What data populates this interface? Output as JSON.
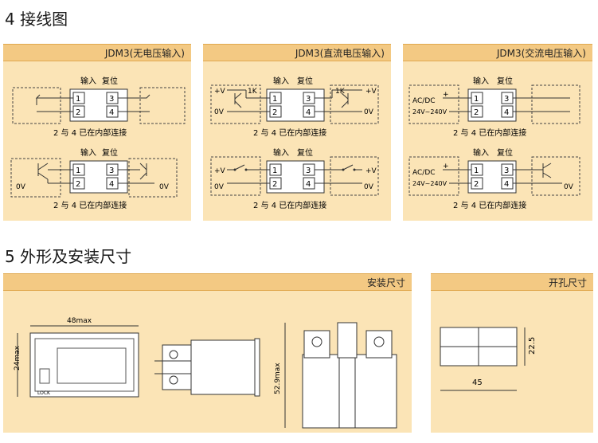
{
  "sections": {
    "wiring_title": "4 接线图",
    "dims_title": "5 外形及安装尺寸"
  },
  "wiring": {
    "panel1": {
      "title": "JDM3(无电压输入)"
    },
    "panel2": {
      "title": "JDM3(直流电压输入)"
    },
    "panel3": {
      "title": "JDM3(交流电压输入)"
    },
    "label_input": "输入",
    "label_reset": "复位",
    "terminals": [
      "1",
      "2",
      "3",
      "4"
    ],
    "note": "2 与 4 已在内部连接",
    "plus_v": "+V",
    "zero_v": "0V",
    "resistor": "1K",
    "acdc": "AC/DC",
    "ac_range": "24V~240V",
    "plus": "+"
  },
  "install": {
    "title": "安装尺寸",
    "width_label": "48max",
    "height_label": "24max",
    "depth_label": "52.9max",
    "lock_label": "LOCK"
  },
  "cutout": {
    "title": "开孔尺寸",
    "width_label": "45",
    "height_label": "22.5"
  }
}
